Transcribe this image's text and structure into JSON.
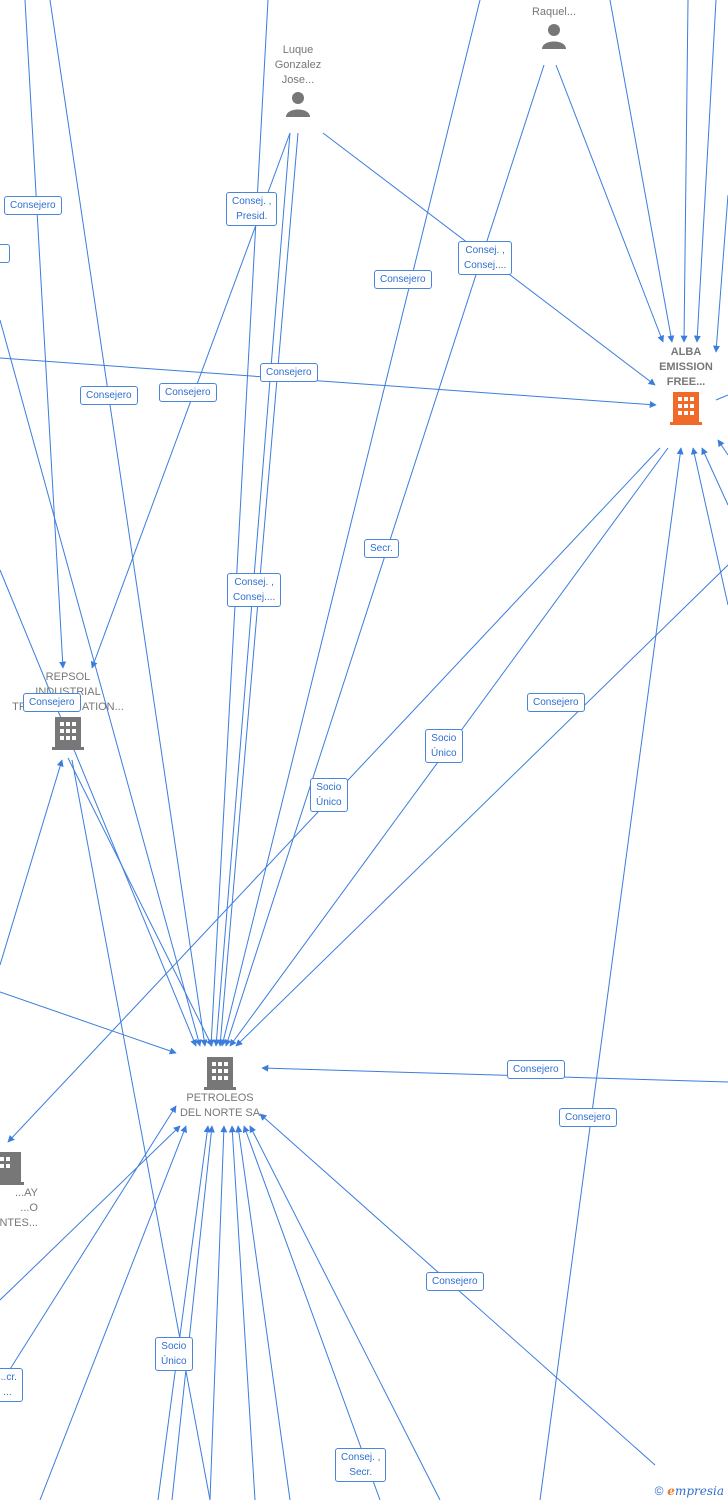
{
  "colors": {
    "edge": "#3b7ddd",
    "label_border": "#4a86d8",
    "label_text": "#2f6fcf",
    "company": "#777777",
    "company_accent": "#f26a2a",
    "person": "#777777"
  },
  "nodes": {
    "person_luque": {
      "name": "Luque\nGonzalez\nJose...",
      "icon": "person-icon"
    },
    "person_raquel": {
      "name": "...z\nRaquel...",
      "icon": "person-icon"
    },
    "alba": {
      "name": "ALBA\nEMISSION\nFREE...",
      "icon": "building-icon"
    },
    "repsol": {
      "name": "REPSOL\nINDUSTRIAL\nTRANSFORMATION...",
      "icon": "building-icon"
    },
    "petroleos": {
      "name": "PETROLEOS\nDEL NORTE SA",
      "icon": "building-icon"
    },
    "left_partial": {
      "name": "...AY\n...O\n...NTES...",
      "icon": "building-icon"
    }
  },
  "edge_labels": [
    "Consejero",
    "Consej. ,\nPresid.",
    "Consejero",
    "Consej. ,\nConsej....",
    "Consejero",
    "Consejero",
    "Consejero",
    "Secr.",
    "Consej. ,\nConsej....",
    "Consejero",
    "Consejero",
    "Socio\nÚnico",
    "Socio\nÚnico",
    "Consejero",
    "Consejero",
    "Consejero",
    "Socio\nÚnico",
    "...cr.\n...",
    "Consej. ,\nSecr."
  ],
  "brand": {
    "copyright": "©",
    "e": "e",
    "name": "mpresia"
  }
}
